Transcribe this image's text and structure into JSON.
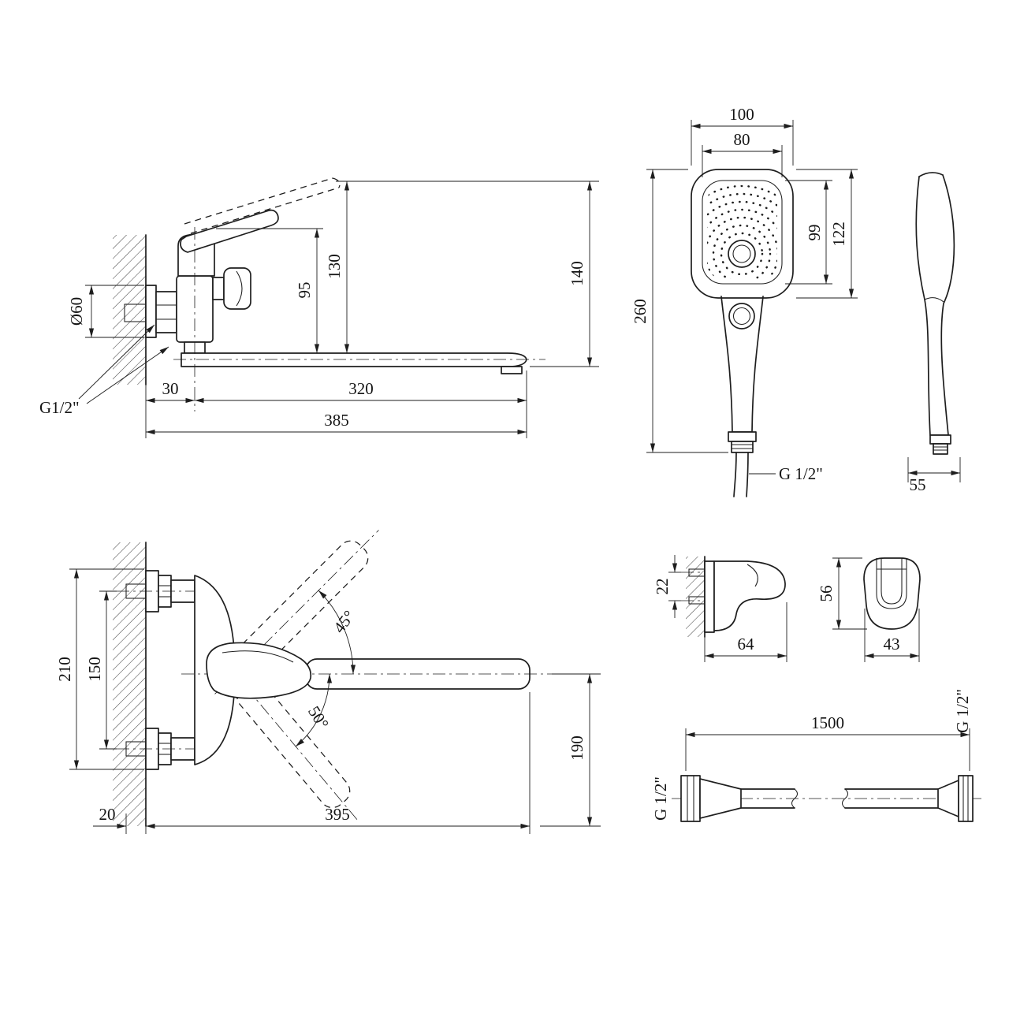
{
  "page": {
    "background": "#ffffff",
    "line_color": "#1e1e1e"
  },
  "faucet_side_view": {
    "dim_130": "130",
    "dim_95": "95",
    "dim_140": "140",
    "dim_dia60": "Ø60",
    "thread_label": "G1/2\"",
    "dim_30": "30",
    "dim_320": "320",
    "dim_385": "385"
  },
  "shower_views": {
    "dim_100": "100",
    "dim_80": "80",
    "dim_99": "99",
    "dim_122": "122",
    "dim_260": "260",
    "thread_label": "G 1/2\"",
    "dim_55": "55"
  },
  "faucet_front_view": {
    "dim_210": "210",
    "dim_150": "150",
    "angle_45": "45°",
    "angle_50": "50°",
    "dim_190": "190",
    "dim_20": "20",
    "dim_395": "395"
  },
  "bracket_views": {
    "dim_22": "22",
    "dim_64": "64",
    "dim_56": "56",
    "dim_43": "43"
  },
  "hose_view": {
    "dim_1500": "1500",
    "thread_label_left": "G 1/2\"",
    "thread_label_right": "G 1/2\""
  }
}
